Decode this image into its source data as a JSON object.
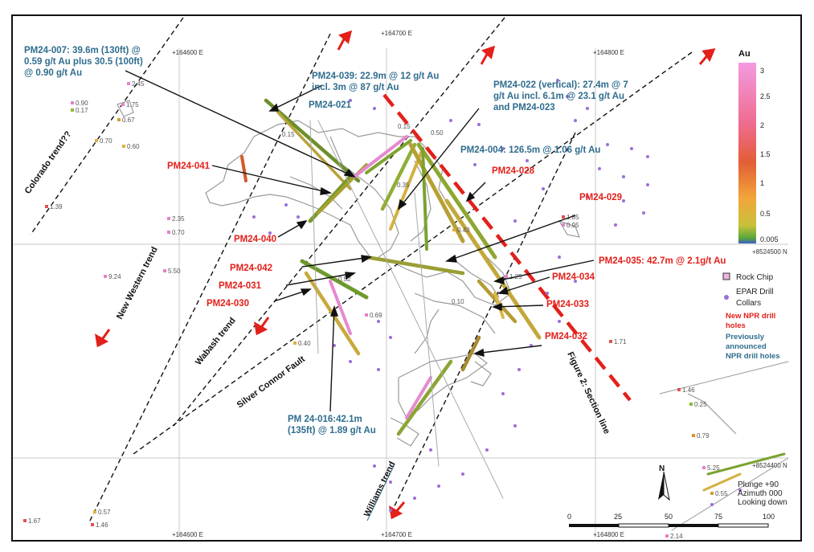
{
  "grid": {
    "eastings": [
      {
        "label": "+164600 E"
      },
      {
        "label": "+164700 E"
      },
      {
        "label": "+164800 E"
      }
    ],
    "northings": [
      {
        "label": "+8524500 N"
      },
      {
        "label": "+8524400 N"
      }
    ]
  },
  "trends": [
    {
      "label": "Colorado trend??"
    },
    {
      "label": "New Western trend"
    },
    {
      "label": "Wabash trend"
    },
    {
      "label": "Silver Connor Fault"
    },
    {
      "label": "Williams trend"
    },
    {
      "label": "Figure 2: Section line"
    }
  ],
  "callouts": {
    "pm24_007": [
      "PM24-007: 39.6m (130ft) @",
      "0.59 g/t Au plus 30.5 (100ft)",
      "@ 0.90 g/t Au"
    ],
    "pm24_039": [
      "PM24-039: 22.9m @ 12 g/t Au",
      "incl. 3m @ 87 g/t Au"
    ],
    "pm24_021": "PM24-021",
    "pm24_022": [
      "PM24-022 (vertical): 27.4m @ 7",
      "g/t Au incl. 6.1m @ 23.1 g/t Au",
      "and PM24-023"
    ],
    "pm24_004": "PM24-004: 126.5m @ 1.06 g/t Au",
    "pm24_016": [
      "PM 24-016:42.1m",
      "(135ft) @ 1.89 g/t Au"
    ],
    "pm24_041": "PM24-041",
    "pm24_028": "PM24-028",
    "pm24_029": "PM24-029",
    "pm24_040": "PM24-040",
    "pm24_042": "PM24-042",
    "pm24_031": "PM24-031",
    "pm24_030": "PM24-030",
    "pm24_035": "PM24-035: 42.7m @ 2.1g/t Au",
    "pm24_034": "PM24-034",
    "pm24_033": "PM24-033",
    "pm24_032": "PM24-032"
  },
  "samples": [
    "2.45",
    "0.90",
    "1.75",
    "0.17",
    "0.67",
    "0.70",
    "0.60",
    "1.39",
    "2.35",
    "0.70",
    "9.24",
    "5.50",
    "1.85",
    "0.95",
    "0.40",
    "0.40",
    "1.25",
    "0.69",
    "1.71",
    "1.46",
    "0.25",
    "0.79",
    "5.25",
    "0.55",
    "0.57",
    "1.67",
    "1.46",
    "2.14",
    "0.15",
    "0.50",
    "0.35",
    "0.52",
    "0.15",
    "0.10"
  ],
  "colorbar": {
    "title": "Au",
    "ticks": [
      "3",
      "2.5",
      "2",
      "1.5",
      "1",
      "0.5",
      "0.005"
    ]
  },
  "legend": {
    "rock_chip": "Rock Chip",
    "epar_collars": [
      "EPAR Drill",
      "Collars"
    ],
    "new_npr": [
      "New NPR drill",
      "holes"
    ],
    "prev_npr": [
      "Previously",
      "announced",
      "NPR drill holes"
    ]
  },
  "north": {
    "label": "N",
    "view": [
      "Plunge +90",
      "Azimuth 000",
      "Looking down"
    ]
  },
  "scalebar": {
    "ticks": [
      "0",
      "25",
      "50",
      "75",
      "100"
    ]
  },
  "colors": {
    "blue_text": "#2f6d8e",
    "red_text": "#e3201b",
    "arrow_red": "#e3201b",
    "grid": "#c8c8c8",
    "collar": "#9a6fd6"
  }
}
